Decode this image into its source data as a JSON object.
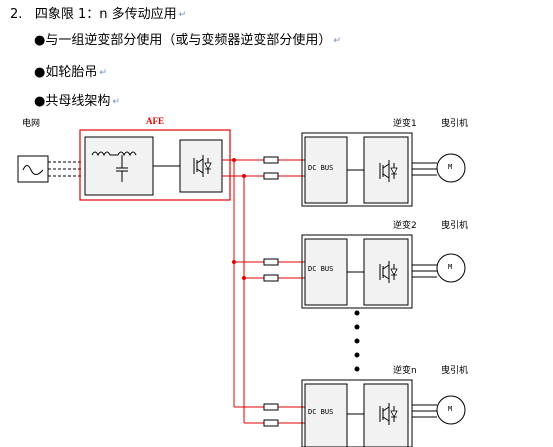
{
  "heading": {
    "number": "2.",
    "text": "四象限 1：n 多传动应用"
  },
  "bullets": [
    {
      "symbol": "●",
      "text": "与一组逆变部分使用（或与变频器逆变部分使用）"
    },
    {
      "symbol": "●",
      "text": "如轮胎吊"
    },
    {
      "symbol": "●",
      "text": "共母线架构"
    }
  ],
  "paragraph_mark": "↵",
  "diagram": {
    "grid_label": "电网",
    "afe_label": "AFE",
    "inverters": [
      {
        "label": "逆变1",
        "dc_bus": "DC BUS",
        "motor_label": "曳引机",
        "motor_symbol": "M"
      },
      {
        "label": "逆变2",
        "dc_bus": "DC BUS",
        "motor_label": "曳引机",
        "motor_symbol": "M"
      },
      {
        "label": "逆变n",
        "dc_bus": "DC BUS",
        "motor_label": "曳引机",
        "motor_symbol": "M"
      }
    ],
    "colors": {
      "dc_link": "#e60000",
      "circuit": "#000000",
      "box_fill": "#f2f2f2"
    }
  }
}
